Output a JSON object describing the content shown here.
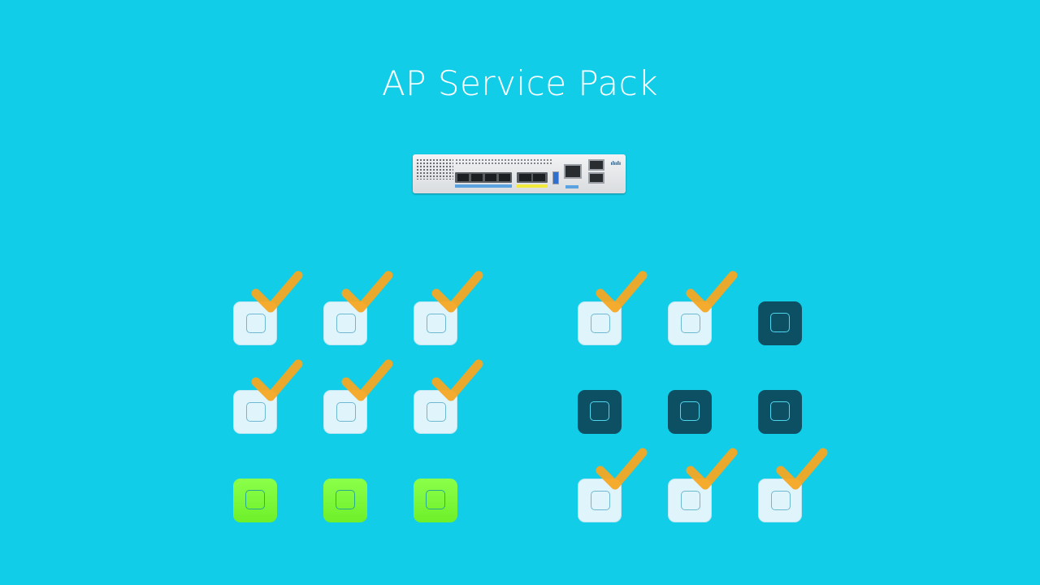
{
  "title": "AP Service Pack",
  "colors": {
    "background": "#12cde8",
    "ap_updated": "#dff4fb",
    "ap_new": "#7dfd3a",
    "ap_pending": "#0d4f63",
    "checkmark": "#f5a623"
  },
  "controller": {
    "icon": "wireless-controller-icon"
  },
  "ap_groups": [
    {
      "name": "left-group",
      "aps": [
        {
          "state": "ok",
          "checked": true
        },
        {
          "state": "ok",
          "checked": true
        },
        {
          "state": "ok",
          "checked": true
        },
        {
          "state": "ok",
          "checked": true
        },
        {
          "state": "ok",
          "checked": true
        },
        {
          "state": "ok",
          "checked": true
        },
        {
          "state": "new",
          "checked": false
        },
        {
          "state": "new",
          "checked": false
        },
        {
          "state": "new",
          "checked": false
        }
      ]
    },
    {
      "name": "right-group",
      "aps": [
        {
          "state": "ok",
          "checked": true
        },
        {
          "state": "ok",
          "checked": true
        },
        {
          "state": "pending",
          "checked": false
        },
        {
          "state": "pending",
          "checked": false
        },
        {
          "state": "pending",
          "checked": false
        },
        {
          "state": "pending",
          "checked": false
        },
        {
          "state": "ok",
          "checked": true
        },
        {
          "state": "ok",
          "checked": true
        },
        {
          "state": "ok",
          "checked": true
        }
      ]
    }
  ]
}
